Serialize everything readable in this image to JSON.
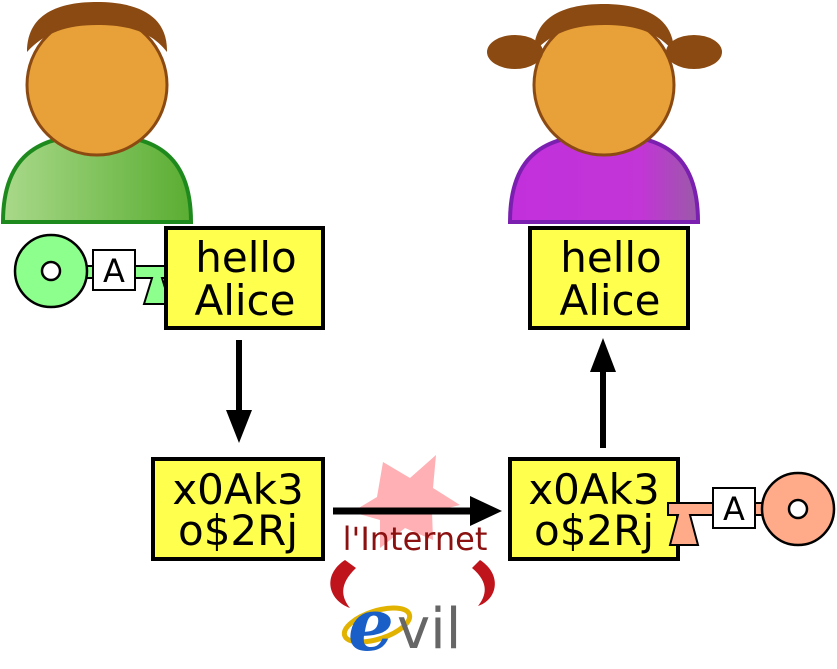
{
  "sender": {
    "plaintext_line1": "hello",
    "plaintext_line2": "Alice",
    "key_letter": "A"
  },
  "sender_cipher": {
    "line1": "x0Ak3",
    "line2": "o$2Rj"
  },
  "receiver_cipher": {
    "line1": "x0Ak3",
    "line2": "o$2Rj"
  },
  "receiver": {
    "plaintext_line1": "hello",
    "plaintext_line2": "Alice",
    "key_letter": "A"
  },
  "network": {
    "label": "l'Internet",
    "evil_e": "e",
    "evil_rest": "vil"
  },
  "colors": {
    "message_box": "#ffff4d",
    "sender_shirt": "#5fb840",
    "receiver_shirt": "#c23ad8",
    "skin": "#e8a038",
    "hair": "#8b4a12",
    "sender_key": "#8cff8c",
    "receiver_key": "#ffaa88",
    "internet_text": "#8b1010",
    "evil_logo": "#1a5fc8"
  }
}
